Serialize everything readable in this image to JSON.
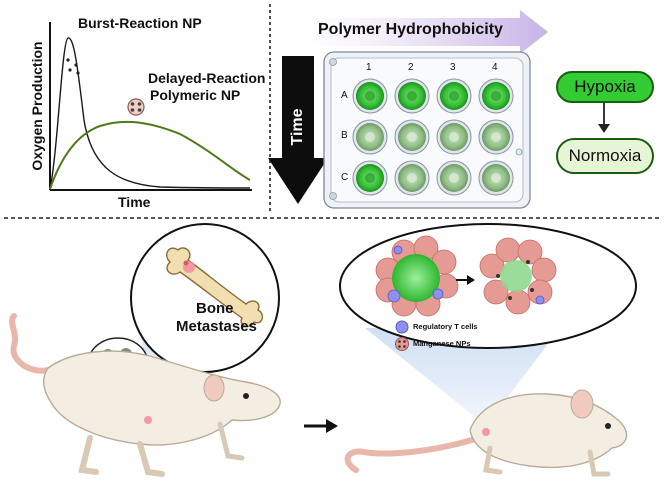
{
  "oxygen_panel": {
    "y_axis_label": "Oxygen Production",
    "x_axis_label": "Time",
    "burst_label": "Burst-Reaction NP",
    "delayed_label_line1": "Delayed-Reaction",
    "delayed_label_line2": "Polymeric NP"
  },
  "plate_panel": {
    "hydrophobicity_label": "Polymer Hydrophobicity",
    "time_label": "Time",
    "columns": [
      "1",
      "2",
      "3",
      "4"
    ],
    "rows": [
      "A",
      "B",
      "C"
    ]
  },
  "states": {
    "hypoxia": "Hypoxia",
    "normoxia": "Normoxia"
  },
  "bone_inset": {
    "line1": "Bone",
    "line2": "Metastases"
  },
  "tumor_inset": {
    "legend": [
      {
        "label": "Regulatory T cells"
      },
      {
        "label": "Manganese NPs"
      }
    ]
  },
  "colors": {
    "burst_curve": "#1a1a1a",
    "delayed_curve": "#4d7a1a",
    "hypoxia_fill": "#33cc33",
    "normoxia_fill": "#e6f5d6",
    "arrow_purple": "#c9b6e4",
    "tumor_green": "#3ec43e",
    "tumor_pink": "#e59a93"
  }
}
